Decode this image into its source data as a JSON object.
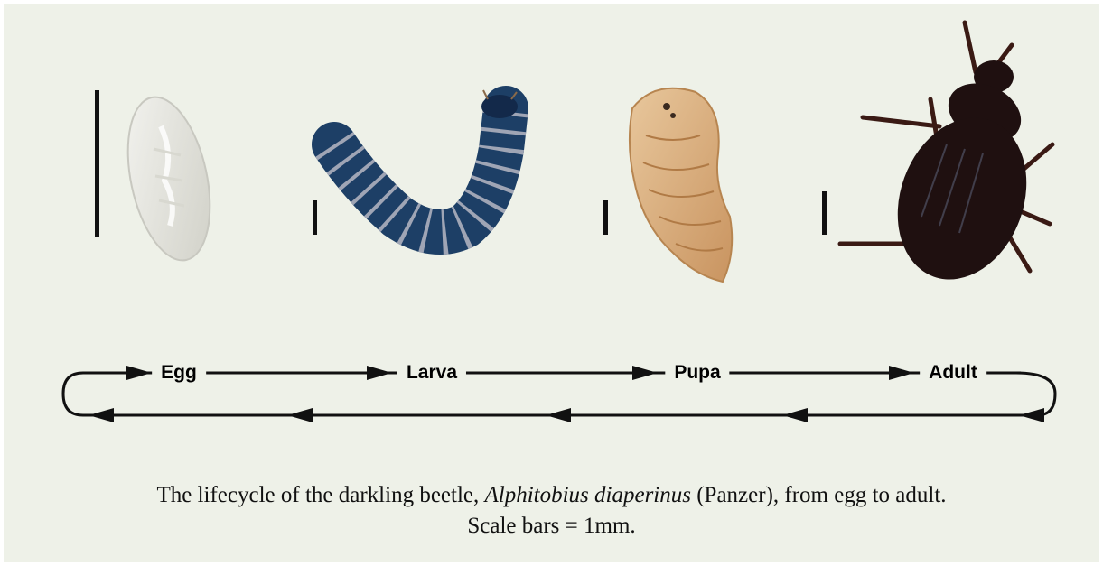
{
  "stages": {
    "egg": "Egg",
    "larva": "Larva",
    "pupa": "Pupa",
    "adult": "Adult"
  },
  "caption": {
    "line1_before": "The lifecycle of the darkling beetle, ",
    "line1_species": "Alphitobius diaperinus",
    "line1_after": " (Panzer), from egg to adult.",
    "line2": "Scale bars = 1mm."
  },
  "colors": {
    "background": "#eef1e8",
    "egg": "#e6e6de",
    "larva_dark": "#1d3f66",
    "larva_light": "#9fa5b5",
    "pupa": "#d8a872",
    "adult": "#1f1010"
  }
}
